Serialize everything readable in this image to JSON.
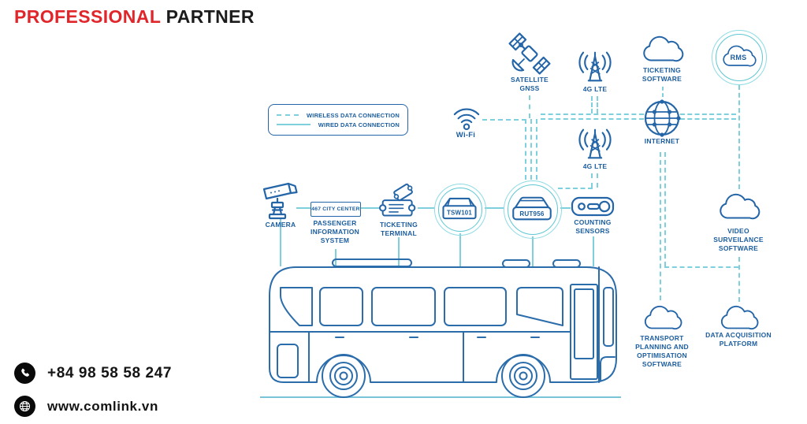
{
  "header": {
    "title_red": "PROFESSIONAL",
    "title_black": "PARTNER"
  },
  "legend": {
    "wireless": "WIRELESS DATA CONNECTION",
    "wired": "WIRED DATA CONNECTION"
  },
  "nodes": {
    "satellite": {
      "label": "SATELLITE\nGNSS"
    },
    "lte_top": {
      "label": "4G LTE"
    },
    "lte_mid": {
      "label": "4G LTE"
    },
    "wifi": {
      "label": "Wi-Fi"
    },
    "ticketing_software": {
      "label": "TICKETING\nSOFTWARE"
    },
    "rms": {
      "label": "RMS"
    },
    "internet": {
      "label": "INTERNET"
    },
    "camera": {
      "label": "CAMERA"
    },
    "pis": {
      "sign": "467 CITY CENTER",
      "label": "PASSENGER\nINFORMATION\nSYSTEM"
    },
    "ticketing_terminal": {
      "label": "TICKETING\nTERMINAL"
    },
    "tsw101": {
      "label": "TSW101"
    },
    "rut956": {
      "label": "RUT956"
    },
    "counting_sensors": {
      "label": "COUNTING\nSENSORS"
    },
    "video_surveillance": {
      "label": "VIDEO\nSURVEILANCE\nSOFTWARE"
    },
    "transport_planning": {
      "label": "TRANSPORT\nPLANNING AND\nOPTIMISATION\nSOFTWARE"
    },
    "data_acquisition": {
      "label": "DATA ACQUISITION\nPLATFORM"
    }
  },
  "contact": {
    "phone": "+84 98 58 58 247",
    "website": "www.comlink.vn"
  },
  "colors": {
    "accent_red": "#e0262b",
    "navy_text": "#1b5d9e",
    "icon_blue": "#2465a8",
    "line_teal": "#7ed0dc",
    "bus_blue": "#2b6cab"
  },
  "icons": [
    "satellite-icon",
    "cell-tower-icon",
    "wifi-icon",
    "cloud-icon",
    "globe-network-icon",
    "cctv-camera-icon",
    "ticket-icon",
    "ethernet-switch-icon",
    "router-icon",
    "counting-sensor-icon",
    "phone-icon",
    "website-globe-icon"
  ]
}
